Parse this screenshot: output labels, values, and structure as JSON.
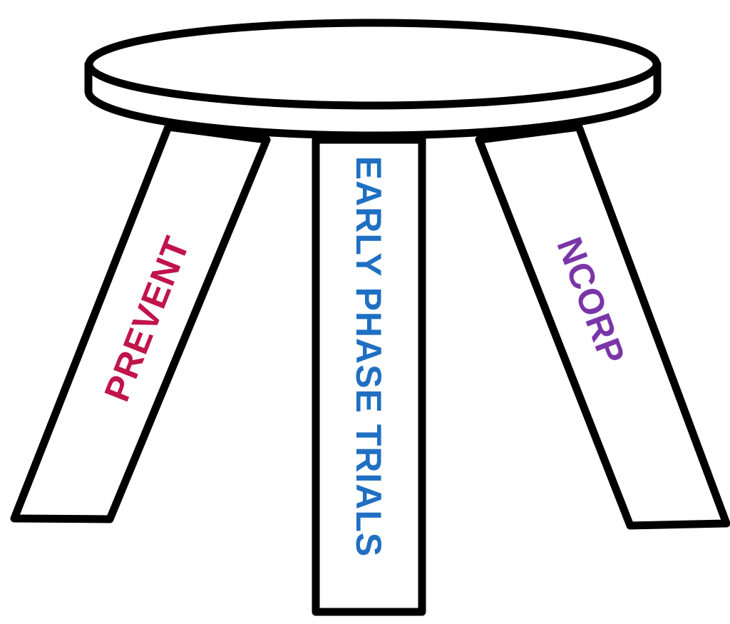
{
  "legs": {
    "left": {
      "label": "PREVENT",
      "color": "#c0144a"
    },
    "center": {
      "label": "EARLY PHASE TRIALS",
      "color": "#1f6fc2"
    },
    "right": {
      "label": "NCORP",
      "color": "#7a35a8"
    }
  }
}
